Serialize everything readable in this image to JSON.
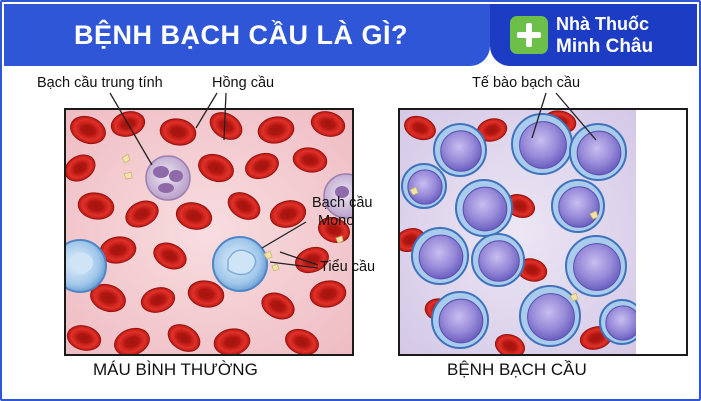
{
  "header": {
    "title": "BỆNH BẠCH CẦU LÀ GÌ?"
  },
  "logo": {
    "line1": "Nhà Thuốc",
    "line2": "Minh Châu",
    "icon": "plus-cross-icon"
  },
  "left_panel": {
    "caption": "MÁU BÌNH THƯỜNG",
    "labels": {
      "neutrophil": "Bạch cầu trung tính",
      "red_cell": "Hồng cầu",
      "mono_line1": "Bạch cầu",
      "mono_line2": "Mono",
      "platelet": "Tiểu cầu"
    }
  },
  "right_panel": {
    "caption": "BỆNH BẠCH CẦU",
    "labels": {
      "leukemia_cell": "Tế bào bạch cầu"
    }
  },
  "colors": {
    "brand_blue": "#2f56d6",
    "logo_blue": "#1d3cc4",
    "logo_green": "#6cc04a",
    "red_cell": "#d8261e",
    "plasma_normal": "#f3cfd3",
    "plasma_leukemia": "#dcd6ec",
    "white_cell": "#9a8fd3"
  }
}
